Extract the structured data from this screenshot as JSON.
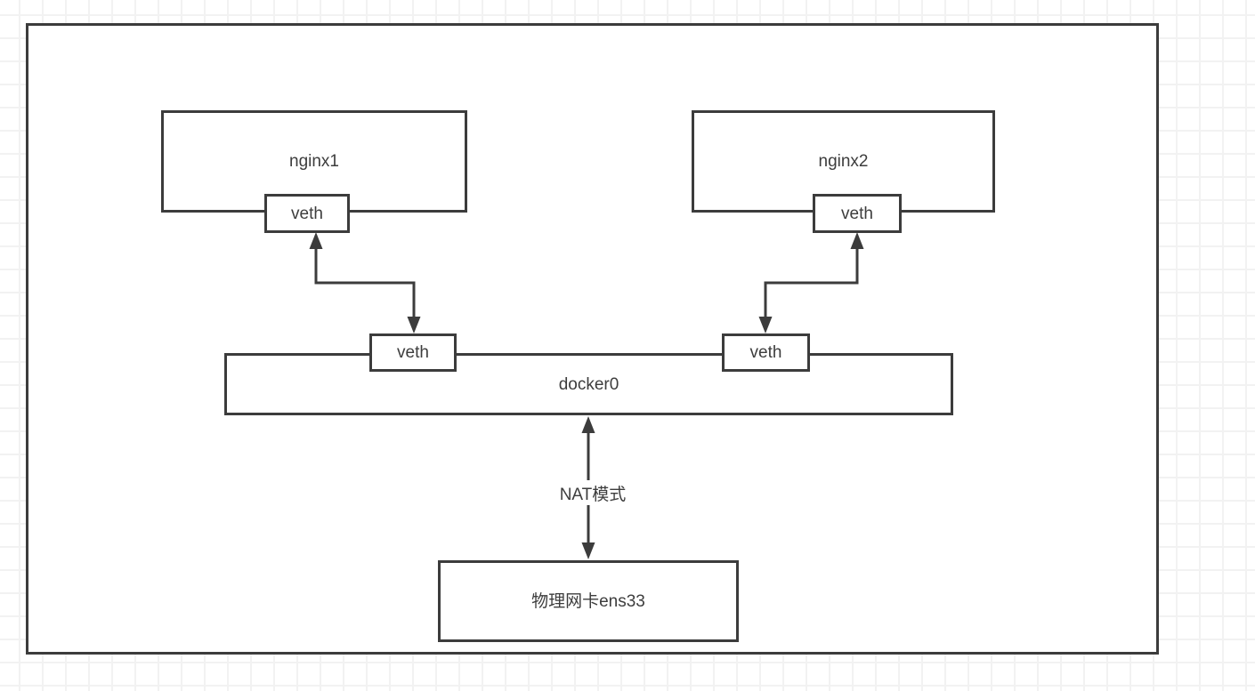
{
  "canvas": {
    "background": "#ffffff",
    "grid_color": "#f2f2f2",
    "line_color": "#3c3c3c",
    "text_color": "#3d3d3d"
  },
  "nodes": {
    "nginx1": {
      "label": "nginx1"
    },
    "nginx2": {
      "label": "nginx2"
    },
    "veth_nginx1": {
      "label": "veth"
    },
    "veth_nginx2": {
      "label": "veth"
    },
    "docker0": {
      "label": "docker0"
    },
    "veth_docker0_left": {
      "label": "veth"
    },
    "veth_docker0_right": {
      "label": "veth"
    },
    "physical_nic": {
      "label": "物理网卡ens33"
    }
  },
  "labels": {
    "nat_mode": "NAT模式"
  }
}
